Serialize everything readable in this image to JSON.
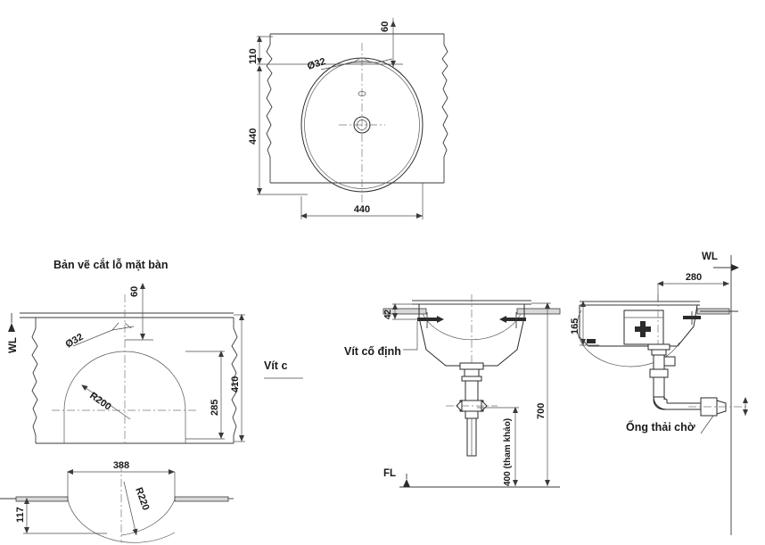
{
  "sheet": {
    "background_color": "#ffffff",
    "line_color": "#2b2b2b",
    "text_color": "#1a1a1a"
  },
  "views": {
    "top_view": {
      "name": "Top view of basin",
      "dimensions": {
        "offset_top": "60",
        "rim_to_hole": "110",
        "depth": "440",
        "width": "440",
        "tap_hole": "Ø32"
      }
    },
    "cutout_view": {
      "name": "Counter top cut-out drawing",
      "caption": "Bản vẽ cắt lỗ mặt bàn",
      "dimensions": {
        "offset_top": "60",
        "tap_hole": "Ø32",
        "radius": "R200",
        "height_inner": "285",
        "height_total": "410",
        "width": "388",
        "depth": "117",
        "radius_section": "R220"
      },
      "labels": {
        "water_line": "WL",
        "fixing_screw": "Vít c"
      }
    },
    "front_elevation": {
      "name": "Front elevation section",
      "dimensions": {
        "rim_offset": "42",
        "drain_height": "400 (tham khảo)",
        "floor_to_rim": "700"
      },
      "labels": {
        "fixing_screw": "Vít cố định",
        "floor_level": "FL"
      }
    },
    "side_elevation": {
      "name": "Side elevation section",
      "dimensions": {
        "wall_to_front": "280",
        "basin_height": "165"
      },
      "labels": {
        "water_line": "WL",
        "waste_pipe": "Ống thải chờ"
      }
    }
  }
}
